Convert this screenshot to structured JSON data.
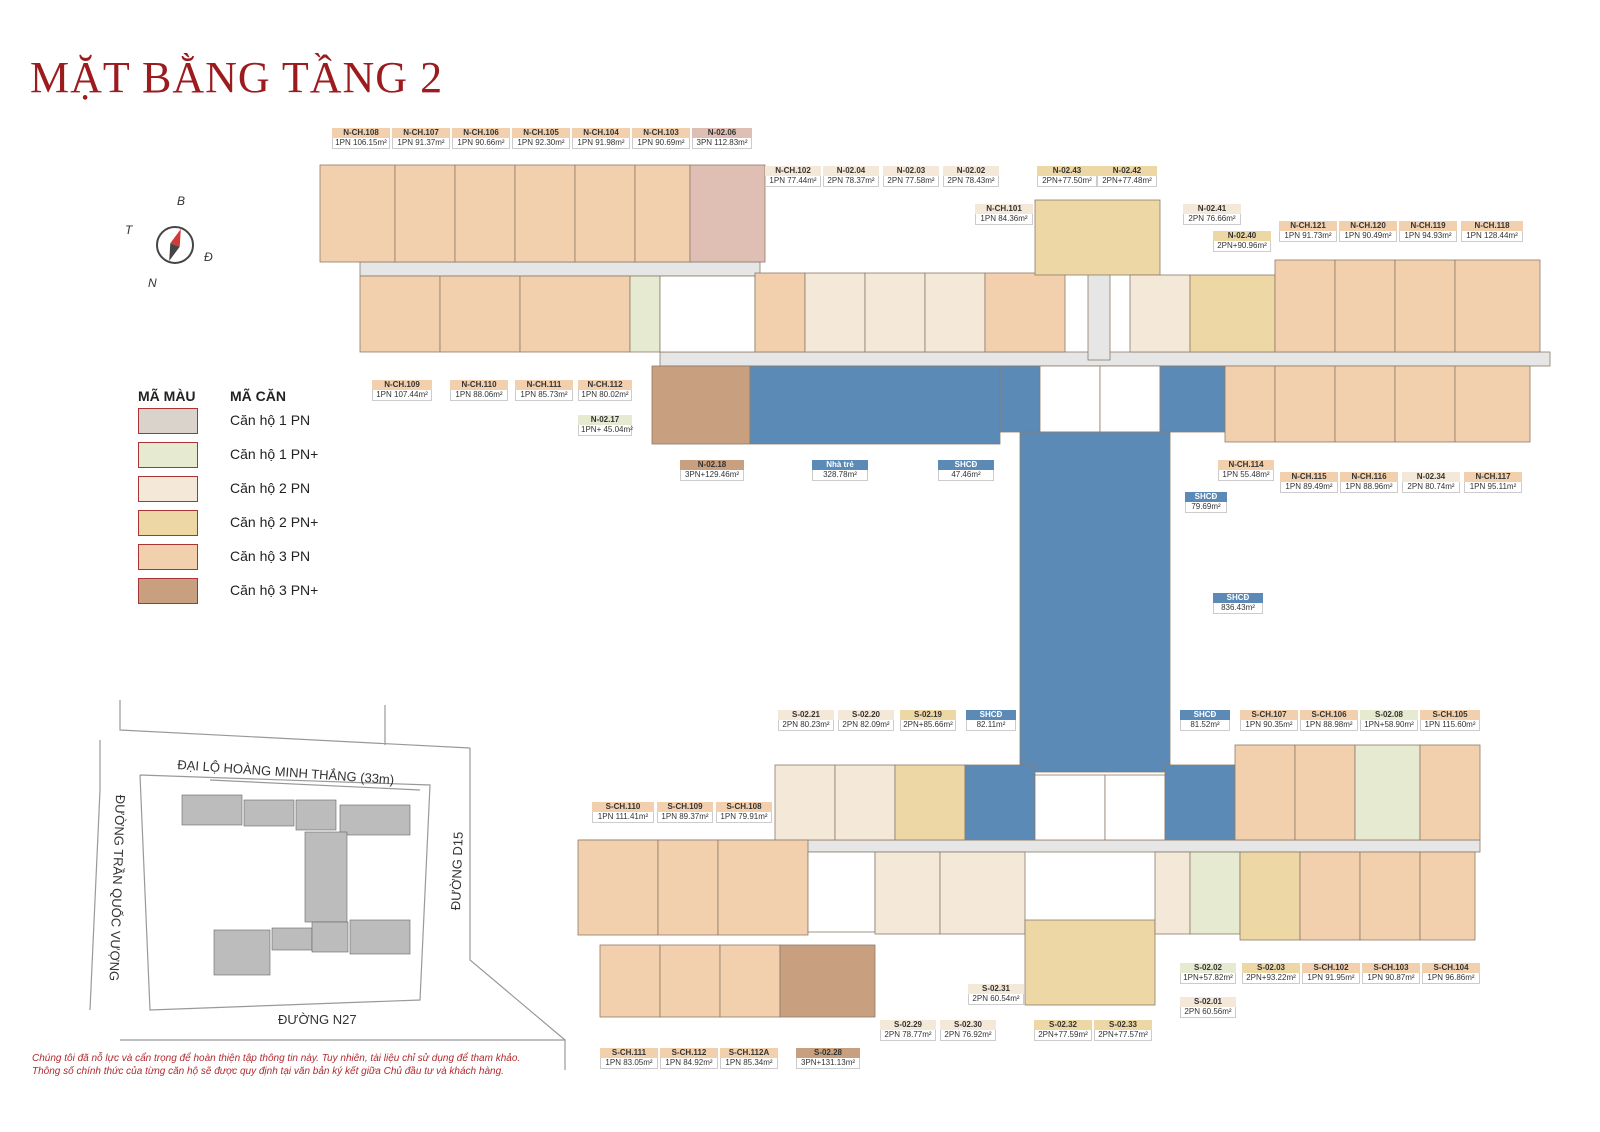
{
  "title": "MẶT BẰNG TẦNG 2",
  "compass": {
    "north": "B",
    "south": "N",
    "east": "Đ",
    "west": "T"
  },
  "legend": {
    "header_color": "MÃ MÀU",
    "header_unit": "MÃ CĂN",
    "items": [
      {
        "label": "Căn hộ 1 PN",
        "color": "#d9d3cc"
      },
      {
        "label": "Căn hộ 1 PN+",
        "color": "#e6ead0"
      },
      {
        "label": "Căn hộ 2 PN",
        "color": "#f4e8d8"
      },
      {
        "label": "Căn hộ 2 PN+",
        "color": "#ecd7a5"
      },
      {
        "label": "Căn hộ 3 PN",
        "color": "#f3d0ad"
      },
      {
        "label": "Căn hộ 3 PN+",
        "color": "#c8a07f"
      }
    ]
  },
  "colors": {
    "c1pn": "#d9d3cc",
    "c1pnp": "#e6ead0",
    "c2pn": "#f4e8d8",
    "c2pnp": "#ecd7a5",
    "c3pn": "#f3d0ad",
    "c3pnp": "#c8a07f",
    "shcd": "#5b8ab6",
    "pink": "#dfbfb4",
    "title": "#9b1b1e",
    "corridor": "#e6e6e6"
  },
  "units": [
    {
      "code": "N-CH.108",
      "spec": "1PN 106.15m²",
      "tone": "c3pn"
    },
    {
      "code": "N-CH.107",
      "spec": "1PN 91.37m²",
      "tone": "c3pn"
    },
    {
      "code": "N-CH.106",
      "spec": "1PN 90.66m²",
      "tone": "c3pn"
    },
    {
      "code": "N-CH.105",
      "spec": "1PN 92.30m²",
      "tone": "c3pn"
    },
    {
      "code": "N-CH.104",
      "spec": "1PN 91.98m²",
      "tone": "c3pn"
    },
    {
      "code": "N-CH.103",
      "spec": "1PN 90.69m²",
      "tone": "c3pn"
    },
    {
      "code": "N-02.06",
      "spec": "3PN 112.83m²",
      "tone": "pink"
    },
    {
      "code": "N-CH.102",
      "spec": "1PN 77.44m²",
      "tone": "c2pn"
    },
    {
      "code": "N-02.04",
      "spec": "2PN 78.37m²",
      "tone": "c2pn"
    },
    {
      "code": "N-02.03",
      "spec": "2PN 77.58m²",
      "tone": "c2pn"
    },
    {
      "code": "N-02.02",
      "spec": "2PN 78.43m²",
      "tone": "c2pn"
    },
    {
      "code": "N-02.43",
      "spec": "2PN+77.50m²",
      "tone": "c2pnp"
    },
    {
      "code": "N-02.42",
      "spec": "2PN+77.48m²",
      "tone": "c2pnp"
    },
    {
      "code": "N-CH.101",
      "spec": "1PN 84.36m²",
      "tone": "c2pn"
    },
    {
      "code": "N-02.41",
      "spec": "2PN 76.66m²",
      "tone": "c2pn"
    },
    {
      "code": "N-02.40",
      "spec": "2PN+90.96m²",
      "tone": "c2pnp"
    },
    {
      "code": "N-CH.121",
      "spec": "1PN 91.73m²",
      "tone": "c3pn"
    },
    {
      "code": "N-CH.120",
      "spec": "1PN 90.49m²",
      "tone": "c3pn"
    },
    {
      "code": "N-CH.119",
      "spec": "1PN 94.93m²",
      "tone": "c3pn"
    },
    {
      "code": "N-CH.118",
      "spec": "1PN 128.44m²",
      "tone": "c3pn"
    },
    {
      "code": "N-CH.109",
      "spec": "1PN 107.44m²",
      "tone": "c3pn"
    },
    {
      "code": "N-CH.110",
      "spec": "1PN 88.06m²",
      "tone": "c3pn"
    },
    {
      "code": "N-CH.111",
      "spec": "1PN 85.73m²",
      "tone": "c3pn"
    },
    {
      "code": "N-CH.112",
      "spec": "1PN 80.02m²",
      "tone": "c3pn"
    },
    {
      "code": "N-02.17",
      "spec": "1PN+ 45.04m²",
      "tone": "c1pnp"
    },
    {
      "code": "N-02.18",
      "spec": "3PN+129.46m²",
      "tone": "c3pnp"
    },
    {
      "code": "Nhà trẻ",
      "spec": "328.78m²",
      "tone": "shcd"
    },
    {
      "code": "SHCĐ",
      "spec": "47.46m²",
      "tone": "shcd"
    },
    {
      "code": "N-CH.114",
      "spec": "1PN 55.48m²",
      "tone": "c3pn"
    },
    {
      "code": "N-CH.115",
      "spec": "1PN 89.49m²",
      "tone": "c3pn"
    },
    {
      "code": "N-CH.116",
      "spec": "1PN 88.96m²",
      "tone": "c3pn"
    },
    {
      "code": "N-02.34",
      "spec": "2PN 80.74m²",
      "tone": "c2pn"
    },
    {
      "code": "N-CH.117",
      "spec": "1PN 95.11m²",
      "tone": "c3pn"
    },
    {
      "code": "SHCĐ",
      "spec": "79.69m²",
      "tone": "shcd"
    },
    {
      "code": "SHCĐ",
      "spec": "836.43m²",
      "tone": "shcd"
    },
    {
      "code": "S-02.21",
      "spec": "2PN 80.23m²",
      "tone": "c2pn"
    },
    {
      "code": "S-02.20",
      "spec": "2PN 82.09m²",
      "tone": "c2pn"
    },
    {
      "code": "S-02.19",
      "spec": "2PN+85.66m²",
      "tone": "c2pnp"
    },
    {
      "code": "SHCĐ",
      "spec": "82.11m²",
      "tone": "shcd"
    },
    {
      "code": "SHCĐ",
      "spec": "81.52m²",
      "tone": "shcd"
    },
    {
      "code": "S-CH.107",
      "spec": "1PN 90.35m²",
      "tone": "c3pn"
    },
    {
      "code": "S-CH.106",
      "spec": "1PN 88.98m²",
      "tone": "c3pn"
    },
    {
      "code": "S-02.08",
      "spec": "1PN+58.90m²",
      "tone": "c1pnp"
    },
    {
      "code": "S-CH.105",
      "spec": "1PN 115.60m²",
      "tone": "c3pn"
    },
    {
      "code": "S-CH.110",
      "spec": "1PN 111.41m²",
      "tone": "c3pn"
    },
    {
      "code": "S-CH.109",
      "spec": "1PN 89.37m²",
      "tone": "c3pn"
    },
    {
      "code": "S-CH.108",
      "spec": "1PN 79.91m²",
      "tone": "c3pn"
    },
    {
      "code": "S-02.02",
      "spec": "1PN+57.82m²",
      "tone": "c1pnp"
    },
    {
      "code": "S-02.03",
      "spec": "2PN+93.22m²",
      "tone": "c2pnp"
    },
    {
      "code": "S-CH.102",
      "spec": "1PN 91.95m²",
      "tone": "c3pn"
    },
    {
      "code": "S-CH.103",
      "spec": "1PN 90.87m²",
      "tone": "c3pn"
    },
    {
      "code": "S-CH.104",
      "spec": "1PN 96.86m²",
      "tone": "c3pn"
    },
    {
      "code": "S-02.31",
      "spec": "2PN 60.54m²",
      "tone": "c2pn"
    },
    {
      "code": "S-02.01",
      "spec": "2PN 60.56m²",
      "tone": "c2pn"
    },
    {
      "code": "S-02.29",
      "spec": "2PN 78.77m²",
      "tone": "c2pn"
    },
    {
      "code": "S-02.30",
      "spec": "2PN 76.92m²",
      "tone": "c2pn"
    },
    {
      "code": "S-02.32",
      "spec": "2PN+77.59m²",
      "tone": "c2pnp"
    },
    {
      "code": "S-02.33",
      "spec": "2PN+77.57m²",
      "tone": "c2pnp"
    },
    {
      "code": "S-CH.111",
      "spec": "1PN 83.05m²",
      "tone": "c3pn"
    },
    {
      "code": "S-CH.112",
      "spec": "1PN 84.92m²",
      "tone": "c3pn"
    },
    {
      "code": "S-CH.112A",
      "spec": "1PN 85.34m²",
      "tone": "c3pn"
    },
    {
      "code": "S-02.28",
      "spec": "3PN+131.13m²",
      "tone": "c3pnp"
    }
  ],
  "site_map": {
    "roads": {
      "top": "ĐẠI LỘ HOÀNG MINH THẮNG (33m)",
      "left": "ĐƯỜNG TRẦN QUỐC VƯỢNG",
      "right": "ĐƯỜNG D15",
      "bottom": "ĐƯỜNG N27"
    }
  },
  "disclaimer": {
    "line1": "Chúng tôi đã nỗ lực và cẩn trọng để hoàn thiện tập thông tin này. Tuy nhiên, tài liệu chỉ sử dụng để tham khảo.",
    "line2": "Thông số chính thức của từng căn hộ sẽ được quy định tại văn bản ký kết giữa Chủ đầu tư và khách hàng."
  }
}
